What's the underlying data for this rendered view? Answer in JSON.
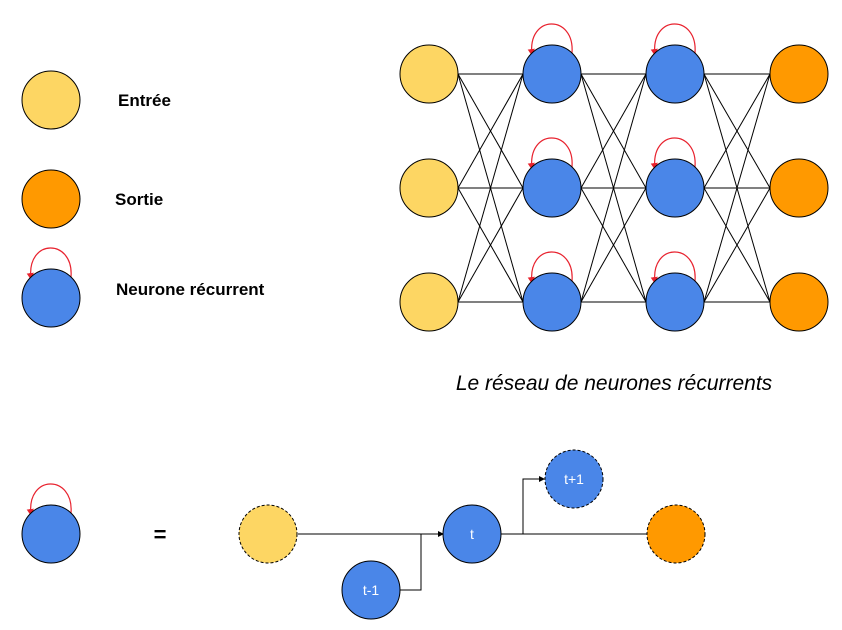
{
  "colors": {
    "input": "#fdd663",
    "output": "#ff9900",
    "recurrent": "#4a86e8",
    "loop": "#e8222e",
    "edge": "#000000"
  },
  "legend": {
    "items": [
      {
        "type": "input",
        "label": "Entrée"
      },
      {
        "type": "output",
        "label": "Sortie"
      },
      {
        "type": "recurrent",
        "label": "Neurone récurrent"
      }
    ]
  },
  "network": {
    "caption": "Le réseau de neurones récurrents",
    "layers": [
      {
        "type": "input",
        "count": 3
      },
      {
        "type": "recurrent",
        "count": 3
      },
      {
        "type": "recurrent",
        "count": 3
      },
      {
        "type": "output",
        "count": 3
      }
    ],
    "connectivity": "fully-connected"
  },
  "unrolled": {
    "equals": "=",
    "nodes": {
      "input": {
        "type": "input",
        "label": "",
        "dashed": true
      },
      "prev": {
        "type": "recurrent",
        "label": "t-1",
        "dashed": false
      },
      "current": {
        "type": "recurrent",
        "label": "t",
        "dashed": false
      },
      "next": {
        "type": "recurrent",
        "label": "t+1",
        "dashed": true
      },
      "output": {
        "type": "output",
        "label": "",
        "dashed": true
      }
    }
  }
}
